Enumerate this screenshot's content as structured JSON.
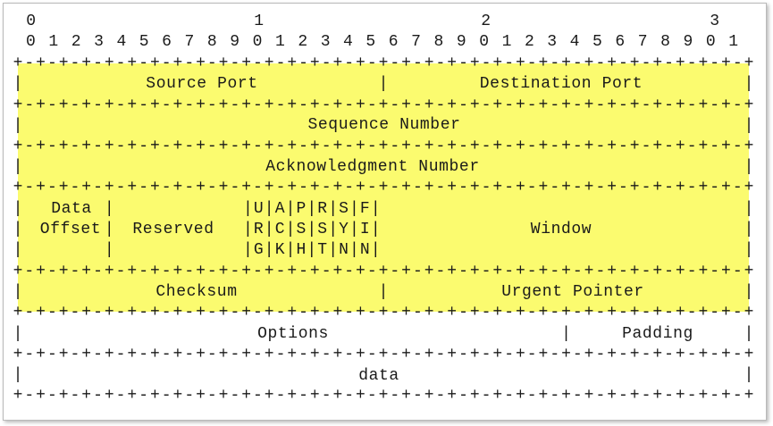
{
  "highlight_color": "#fbfb6f",
  "bit_ruler": {
    "tens": [
      "0",
      "1",
      "2",
      "3"
    ],
    "units": "0 1 2 3 4 5 6 7 8 9 0 1 2 3 4 5 6 7 8 9 0 1 2 3 4 5 6 7 8 9 0 1"
  },
  "rows": {
    "r1": {
      "source_port": "Source Port",
      "destination_port": "Destination Port"
    },
    "r2": {
      "sequence_number": "Sequence Number"
    },
    "r3": {
      "acknowledgment_number": "Acknowledgment Number"
    },
    "r4": {
      "data_offset_1": "Data",
      "data_offset_2": "Offset",
      "reserved": "Reserved",
      "flags_line_1": "|U|A|P|R|S|F|",
      "flags_line_2": "|R|C|S|S|Y|I|",
      "flags_line_3": "|G|K|H|T|N|N|",
      "window": "Window"
    },
    "r5": {
      "checksum": "Checksum",
      "urgent_pointer": "Urgent Pointer"
    },
    "r6": {
      "options": "Options",
      "padding": "Padding"
    },
    "r7": {
      "data": "data"
    }
  }
}
